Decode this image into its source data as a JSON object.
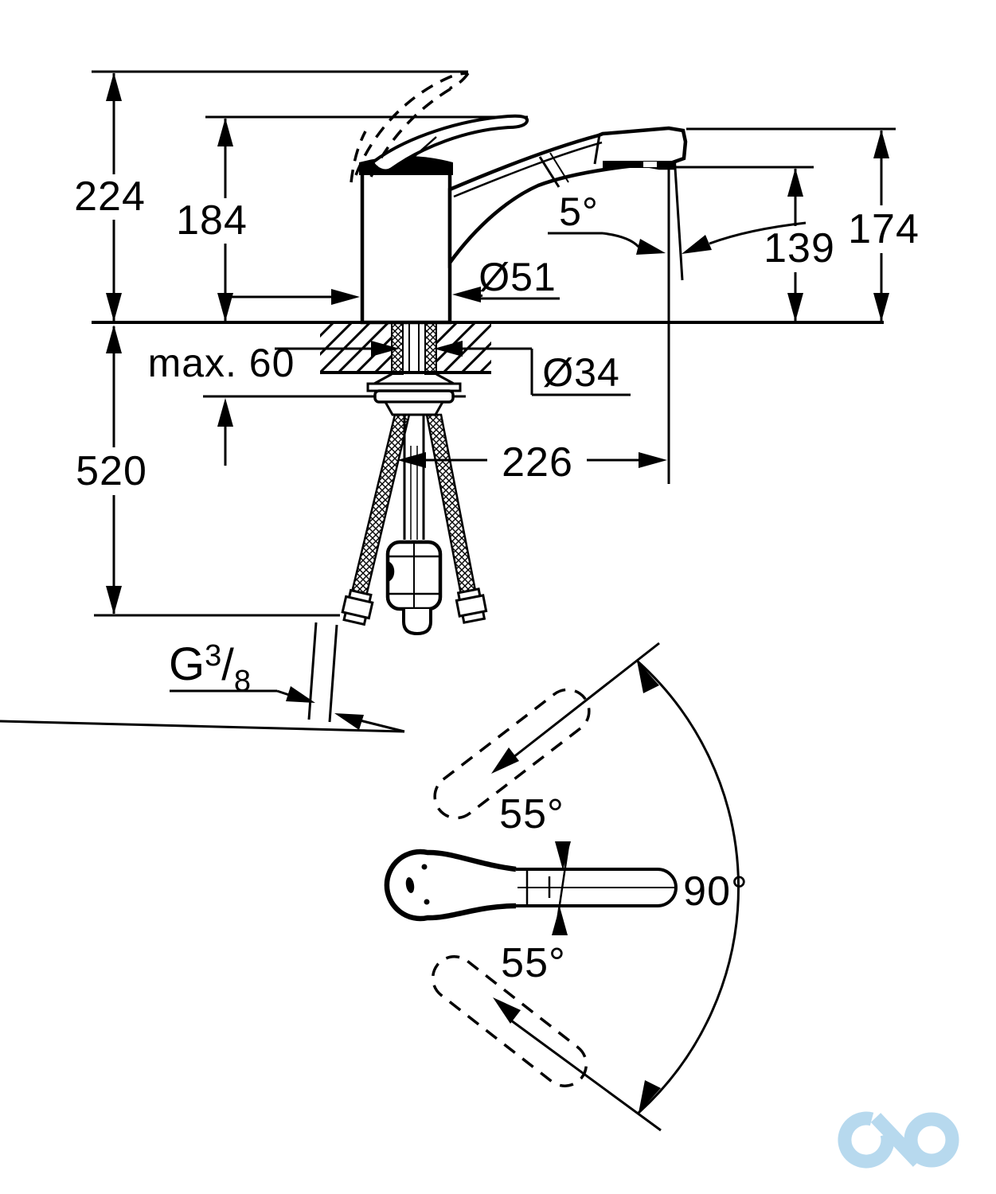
{
  "diagram": {
    "type": "technical-installation-drawing",
    "subject": "single-lever pull-out kitchen faucet, front section view and top swivel-range view",
    "background_color": "#ffffff",
    "line_color": "#000000",
    "watermark_color": "#b7d9ee"
  },
  "labels": {
    "d224": "224",
    "d184": "184",
    "d139": "139",
    "d174": "174",
    "d5": "5°",
    "d51": "Ø51",
    "dmax60": "max. 60",
    "d34": "Ø34",
    "d520": "520",
    "d226": "226",
    "d55_top": "55°",
    "d90": "90°",
    "d55_bottom": "55°",
    "g_thread": {
      "prefix": "G",
      "numerator": "3",
      "slash": "/",
      "denominator": "8"
    }
  }
}
